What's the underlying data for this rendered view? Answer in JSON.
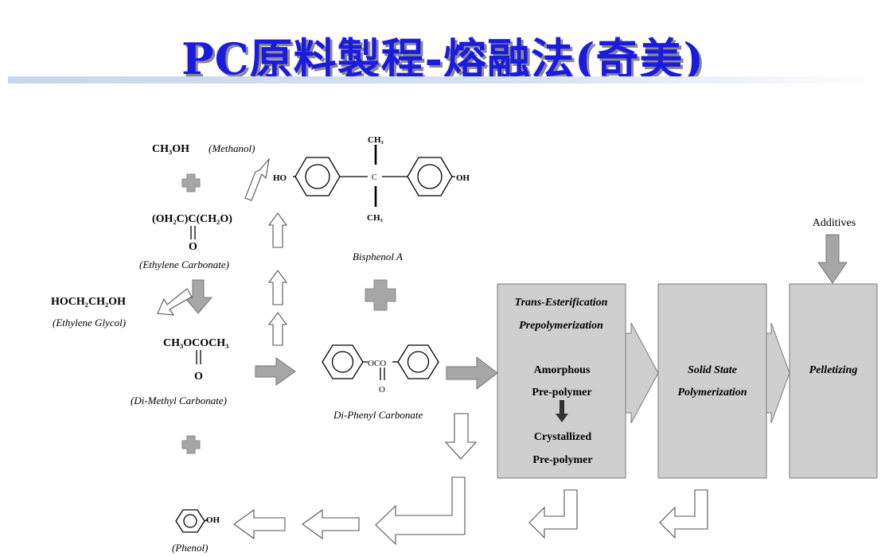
{
  "title": "PC原料製程-熔融法(奇美)",
  "chemicals": {
    "methanol_formula": "CH₃OH",
    "methanol_name": "(Methanol)",
    "ec_formula": "(OH₂C)C(CH₂O)",
    "ec_carbonyl_o": "O",
    "ec_name": "(Ethylene Carbonate)",
    "glycol_formula": "HOCH₂CH₂OH",
    "glycol_name": "(Ethylene Glycol)",
    "dmc_formula": "CH₃OCOCH₃",
    "dmc_carbonyl_o": "O",
    "dmc_name": "(Di-Methyl Carbonate)",
    "phenol_oh": "OH",
    "phenol_name": "(Phenol)",
    "bpa_ch3_top": "CH₃",
    "bpa_c": "C",
    "bpa_ch3_bottom": "CH₃",
    "bpa_ho": "HO",
    "bpa_oh": "OH",
    "bpa_name": "Bisphenol A",
    "dpc_oco": "OCO",
    "dpc_o": "O",
    "dpc_name": "Di-Phenyl Carbonate"
  },
  "process": {
    "box1_title_1": "Trans-Esterification",
    "box1_title_2": "Prepolymerization",
    "box1_amorphous_1": "Amorphous",
    "box1_amorphous_2": "Pre-polymer",
    "box1_crystal_1": "Crystallized",
    "box1_crystal_2": "Pre-polymer",
    "box2_line_1": "Solid State",
    "box2_line_2": "Polymerization",
    "box3_label": "Pelletizing",
    "additives": "Additives"
  },
  "colors": {
    "title": "#1b1be0",
    "box_fill": "#cfcfcf",
    "arrow_fill": "#a6a6a6"
  }
}
